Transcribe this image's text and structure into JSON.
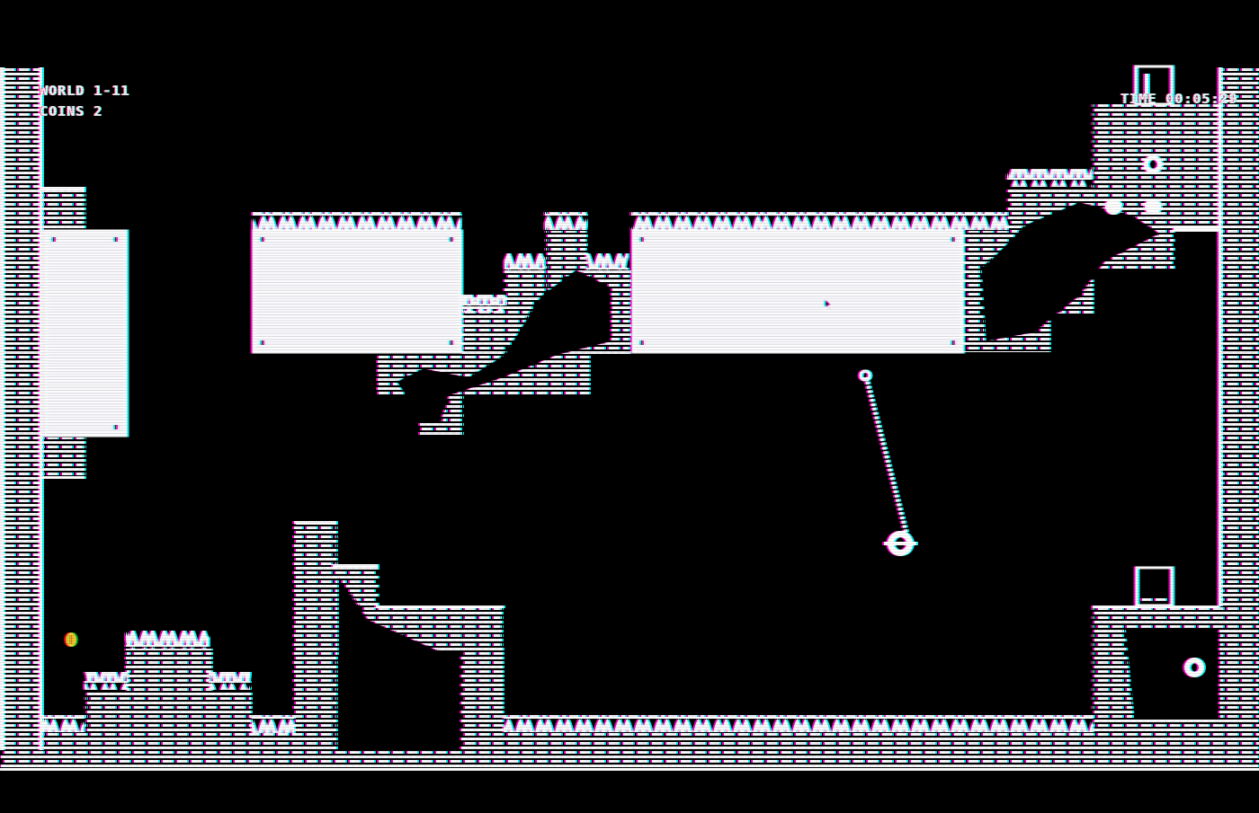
{
  "hud": {
    "world": "WORLD 1-11",
    "coins": "COINS 2",
    "time": "TIME 00:05:29"
  },
  "colors": {
    "background": "#000000",
    "foreground": "#f2f2f2",
    "panel": "#e6e6e6",
    "coin": "#d8a820",
    "fringe_pink": "#ff3b8d",
    "fringe_cyan": "#3bffe6"
  },
  "game": {
    "coins_collected": 2,
    "visible_coins": 1,
    "exit_doors": 2,
    "swinging_hazard": "spiked-ball-on-chain"
  }
}
